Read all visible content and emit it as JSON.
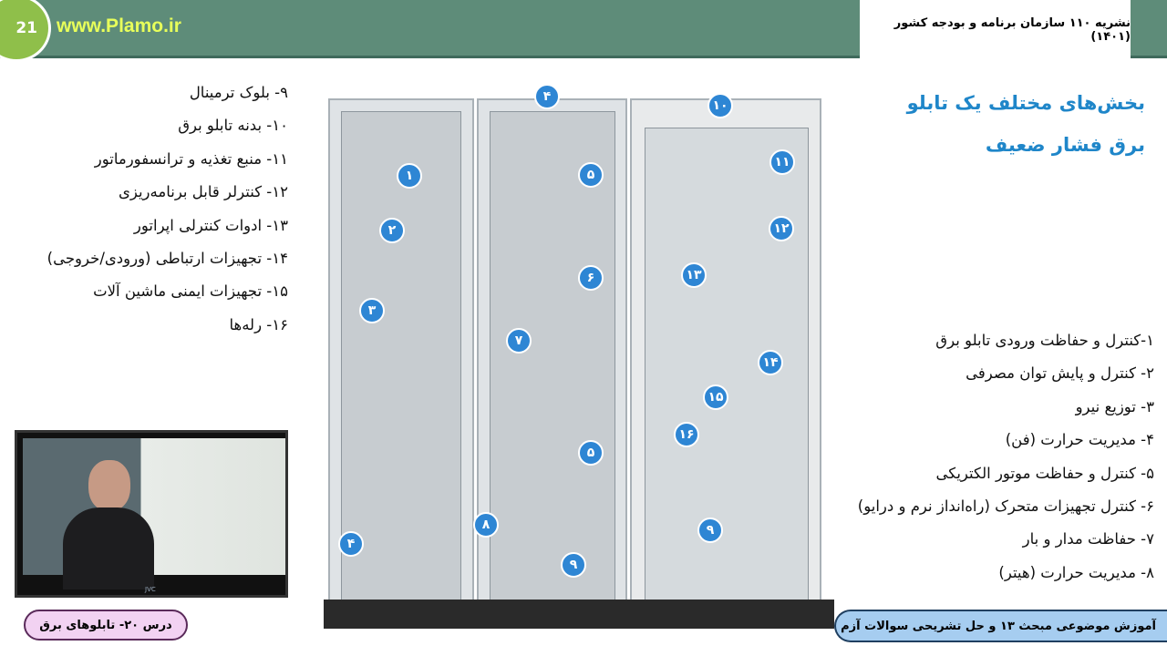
{
  "header": {
    "page_number": "21",
    "site": "www.Plamo.ir",
    "publication": "نشریه ۱۱۰ سازمان برنامه و بودجه کشور (۱۴۰۱)"
  },
  "title": [
    "بخش‌های مختلف یک تابلو",
    "برق فشار ضعیف"
  ],
  "parts_right": [
    "۱-کنترل و حفاظت ورودی تابلو برق",
    "۲- کنترل و پایش توان مصرفی",
    "۳- توزیع نیرو",
    "۴- مدیریت حرارت (فن)",
    "۵- کنترل و حفاظت موتور الکتریکی",
    "۶- کنترل تجهیزات متحرک (راه‌انداز نرم و درایو)",
    "۷- حفاظت مدار و بار",
    "۸- مدیریت حرارت (هیتر)"
  ],
  "parts_left": [
    "۹- بلوک ترمینال",
    "۱۰- بدنه تابلو برق",
    "۱۱- منبع تغذیه و ترانسفورماتور",
    "۱۲- کنترلر قابل برنامه‌ریزی",
    "۱۳- ادوات کنترلی اپراتور",
    "۱۴- تجهیزات ارتباطی (ورودی/خروجی)",
    "۱۵- تجهیزات ایمنی ماشین آلات",
    "۱۶- رله‌ها"
  ],
  "markers": [
    "۱",
    "۲",
    "۳",
    "۴",
    "۴",
    "۵",
    "۵",
    "۶",
    "۷",
    "۸",
    "۹",
    "۹",
    "۱۰",
    "۱۱",
    "۱۲",
    "۱۳",
    "۱۴",
    "۱۵",
    "۱۶"
  ],
  "video": {
    "brand": "JVC"
  },
  "lesson_label": "درس ۲۰- تابلوهای برق",
  "course_label": "آموزش موضوعی مبحث ۱۳ و حل تشریحی سوالات آزم",
  "colors": {
    "header": "#5e8c79",
    "accent": "#1f86c9",
    "marker": "#2e86d4"
  }
}
